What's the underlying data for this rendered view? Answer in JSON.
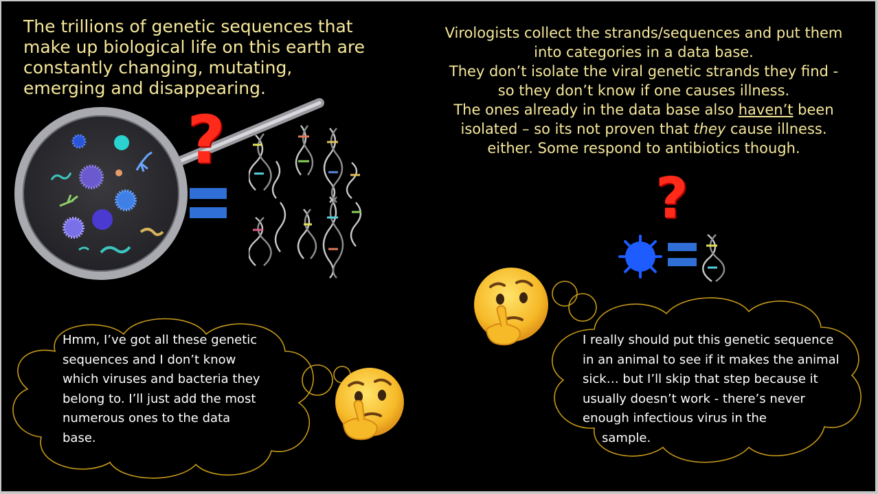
{
  "left_caption": "The trillions of genetic sequences that make up biological life on this earth are constantly changing, mutating, emerging and disappearing.",
  "right_caption": {
    "line1": "Virologists collect the strands/sequences and put them",
    "line2": "into categories in a data base.",
    "line3": "They don’t isolate the viral genetic strands they find -",
    "line4": "so they don’t know if one causes illness.",
    "line5_pre": "The ones already in the data base also ",
    "line5_underlined": "haven’t",
    "line5_post": " been",
    "line6_pre": "isolated – so its not proven that ",
    "line6_italic": "they",
    "line6_post": " cause illness.",
    "line7": "either.  Some respond to antibiotics though."
  },
  "left_bubble": {
    "lines": [
      "Hmm, I’ve got all these genetic",
      "sequences and I don’t know",
      "which viruses and bacteria they",
      "belong to. I’ll just add the most",
      "numerous ones to the data",
      "base."
    ]
  },
  "right_bubble": {
    "lines": [
      "I really should put this genetic sequence",
      "in an animal to see if it makes the animal",
      "sick… but I’ll skip that step because it",
      "usually doesn’t work - there’s never",
      "enough infectious virus in the",
      "sample."
    ]
  },
  "icons": {
    "question_mark": "?",
    "colors": {
      "background": "#000000",
      "caption_text": "#f6e89a",
      "bubble_outline": "#c79a1a",
      "question_red": "#ff2a1a",
      "equals_blue": "#2f6fd6",
      "virus_blue": "#1f5cff"
    }
  }
}
